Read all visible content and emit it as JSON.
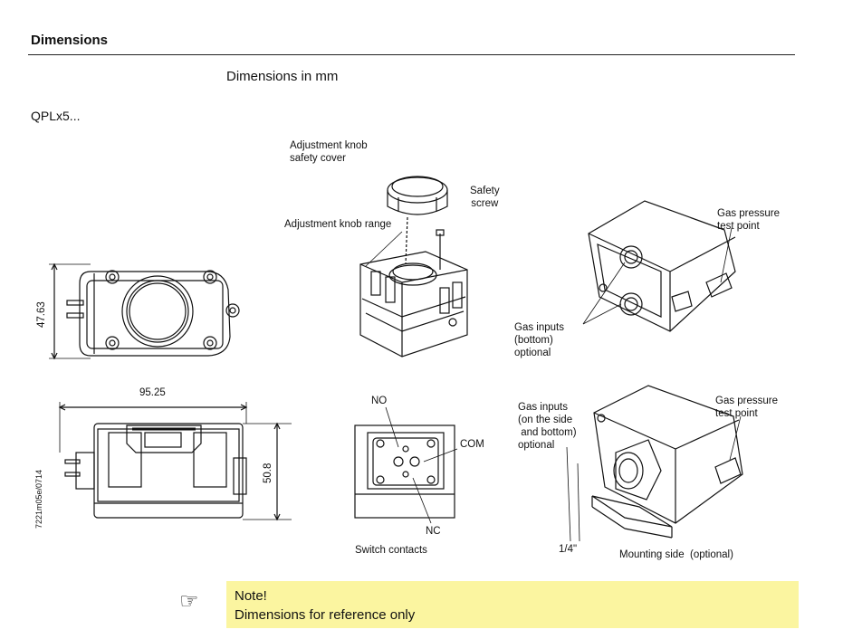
{
  "header": {
    "title": "Dimensions"
  },
  "subtitle": "Dimensions in mm",
  "model": "QPLx5...",
  "labels": {
    "knob_cover": "Adjustment knob\nsafety cover",
    "safety_screw": "Safety\nscrew",
    "knob_range": "Adjustment knob range",
    "gas_pressure_top": "Gas pressure\ntest point",
    "gas_inputs_bottom": "Gas inputs\n(bottom)\noptional",
    "gas_inputs_side": "Gas inputs\n(on the side\n and bottom)\noptional",
    "gas_pressure_bottom": "Gas pressure\ntest point",
    "no": "NO",
    "com": "COM",
    "nc": "NC",
    "switch_contacts": "Switch contacts",
    "thread": "1/4\"",
    "mounting_side": "Mounting side  (optional)",
    "drawing_ref": "7221m05e/0714"
  },
  "dimensions": {
    "height": "47.63",
    "width": "95.25",
    "depth": "50.8"
  },
  "note": {
    "title": "Note!",
    "text": "Dimensions for reference only",
    "icon": "pointing-hand-icon"
  },
  "colors": {
    "note_bg": "#fbf5a0",
    "line": "#111111"
  }
}
